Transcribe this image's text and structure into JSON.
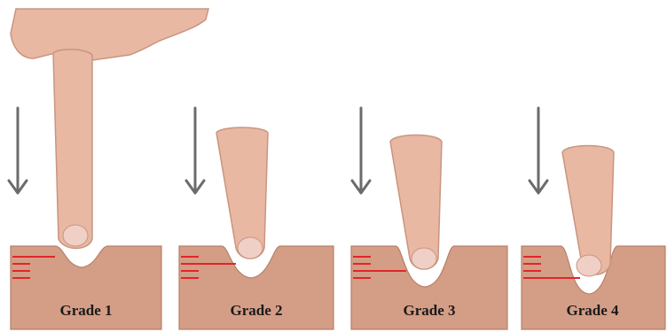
{
  "panels": [
    {
      "label": "Grade 1",
      "depth_lines": 4
    },
    {
      "label": "Grade 2",
      "depth_lines": 4
    },
    {
      "label": "Grade 3",
      "depth_lines": 4
    },
    {
      "label": "Grade 4",
      "depth_lines": 4
    }
  ],
  "colors": {
    "skin_block": "#d49d86",
    "skin_block_edge": "#b7806a",
    "finger": "#e8b8a3",
    "finger_shadow": "#c99580",
    "nail": "#f0cfc6",
    "arrow": "#6b6b6b",
    "depth_line": "#e0262a",
    "label": "#1a1a1a"
  },
  "icons": {
    "arrow": "down-arrow-icon",
    "finger": "pressing-finger-icon"
  }
}
